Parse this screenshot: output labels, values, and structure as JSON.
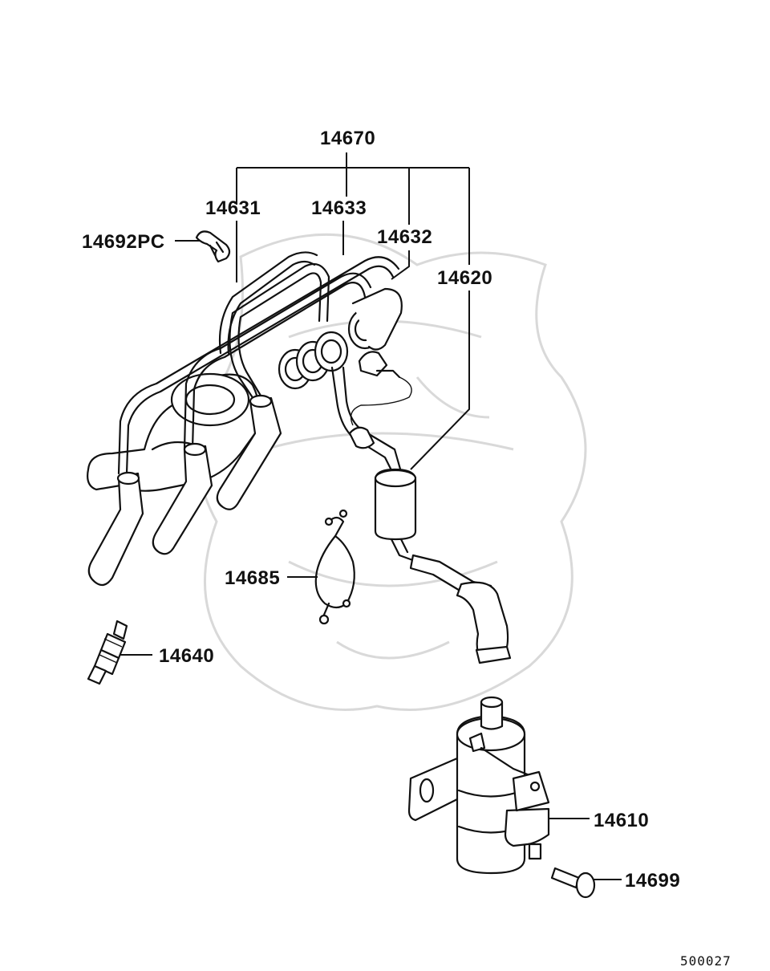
{
  "diagram": {
    "callouts": [
      {
        "id": "14670",
        "text": "14670"
      },
      {
        "id": "14631",
        "text": "14631"
      },
      {
        "id": "14633",
        "text": "14633"
      },
      {
        "id": "14632",
        "text": "14632"
      },
      {
        "id": "14692PC",
        "text": "14692PC"
      },
      {
        "id": "14620",
        "text": "14620"
      },
      {
        "id": "14685",
        "text": "14685"
      },
      {
        "id": "14640",
        "text": "14640"
      },
      {
        "id": "14610",
        "text": "14610"
      },
      {
        "id": "14699",
        "text": "14699"
      }
    ],
    "reference_code": "500027"
  }
}
